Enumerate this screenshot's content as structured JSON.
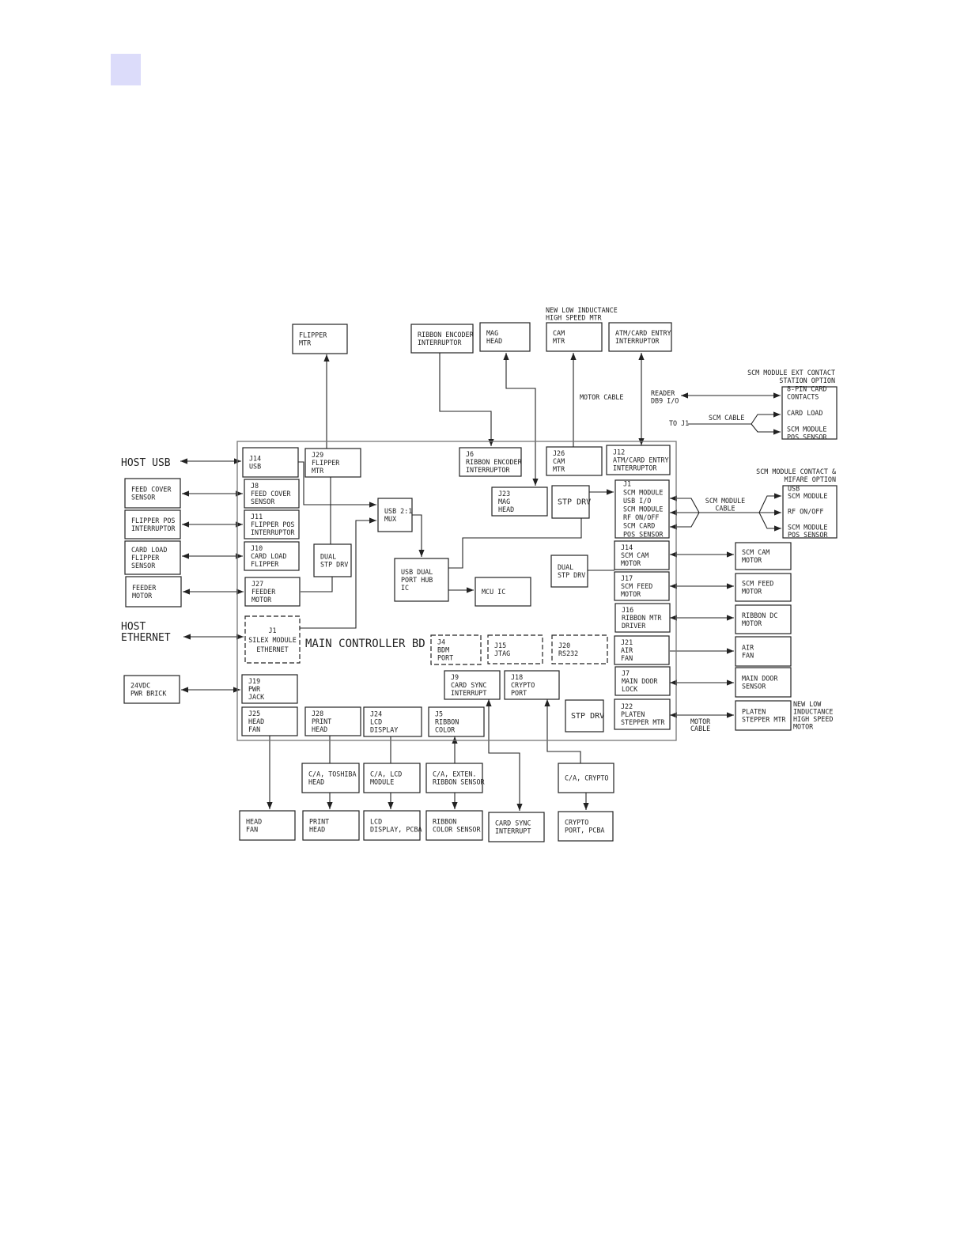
{
  "page": {
    "accent_tab_color": "#dcdcfa",
    "line_color": "#222222"
  },
  "main_board": {
    "label": "MAIN CONTROLLER BD"
  },
  "labels": [
    {
      "id": "host-usb",
      "lines": [
        "HOST USB"
      ]
    },
    {
      "id": "host-ethernet",
      "lines": [
        "HOST",
        "ETHERNET"
      ]
    },
    {
      "id": "new-low-ind-top",
      "lines": [
        "NEW LOW INDUCTANCE",
        "HIGH SPEED MTR"
      ]
    },
    {
      "id": "motor-cable-top",
      "lines": [
        "MOTOR CABLE"
      ]
    },
    {
      "id": "scm-ext-title",
      "lines": [
        "SCM MODULE EXT CONTACT",
        "STATION OPTION"
      ]
    },
    {
      "id": "reader-db9",
      "lines": [
        "READER",
        "DB9 I/O"
      ]
    },
    {
      "id": "to-j1",
      "lines": [
        "TO J1"
      ]
    },
    {
      "id": "scm-cable",
      "lines": [
        "SCM CABLE"
      ]
    },
    {
      "id": "scm-contact-title",
      "lines": [
        "SCM MODULE CONTACT &",
        "MIFARE OPTION"
      ]
    },
    {
      "id": "scm-module-cable",
      "lines": [
        "SCM MODULE",
        "CABLE"
      ]
    },
    {
      "id": "motor-cable-bottom",
      "lines": [
        "MOTOR",
        "CABLE"
      ]
    },
    {
      "id": "new-low-ind-bottom",
      "lines": [
        "NEW LOW",
        "INDUCTANCE",
        "HIGH SPEED",
        "MOTOR"
      ]
    }
  ],
  "blocks": [
    {
      "id": "flipper-mtr",
      "lines": [
        "FLIPPER",
        "MTR"
      ]
    },
    {
      "id": "ribbon-encoder-interruptor",
      "lines": [
        "RIBBON ENCODER",
        "INTERRUPTOR"
      ]
    },
    {
      "id": "mag-head",
      "lines": [
        "MAG",
        "HEAD"
      ]
    },
    {
      "id": "cam-mtr",
      "lines": [
        "CAM",
        "MTR"
      ]
    },
    {
      "id": "atm-card-entry",
      "lines": [
        "ATM/CARD ENTRY",
        "INTERRUPTOR"
      ]
    },
    {
      "id": "8pin-card-contacts",
      "lines": [
        "8-PIN CARD",
        "CONTACTS",
        "",
        "CARD LOAD",
        "",
        "SCM MODULE",
        "POS SENSOR"
      ]
    },
    {
      "id": "feed-cover-sensor",
      "lines": [
        "FEED COVER",
        "SENSOR"
      ]
    },
    {
      "id": "flipper-pos-interruptor",
      "lines": [
        "FLIPPER POS",
        "INTERRUPTOR"
      ]
    },
    {
      "id": "card-load-flipper-sensor",
      "lines": [
        "CARD LOAD",
        "FLIPPER",
        "SENSOR"
      ]
    },
    {
      "id": "feeder-motor",
      "lines": [
        "FEEDER",
        "MOTOR"
      ]
    },
    {
      "id": "24vdc-pwr-brick",
      "lines": [
        "24VDC",
        "PWR BRICK"
      ]
    },
    {
      "id": "j14-usb",
      "lines": [
        "J14",
        "USB"
      ]
    },
    {
      "id": "j29-flipper-mtr",
      "lines": [
        "J29",
        "FLIPPER",
        "MTR"
      ]
    },
    {
      "id": "j6-ribbon-encoder",
      "lines": [
        "J6",
        "RIBBON ENCODER",
        "INTERRUPTOR"
      ]
    },
    {
      "id": "j26-cam-mtr",
      "lines": [
        "J26",
        "CAM",
        "MTR"
      ]
    },
    {
      "id": "j12-atm-card-entry",
      "lines": [
        "J12",
        "ATM/CARD ENTRY",
        "INTERRUPTOR"
      ]
    },
    {
      "id": "j8-feed-cover",
      "lines": [
        "J8",
        "FEED COVER",
        "SENSOR"
      ]
    },
    {
      "id": "usb-2-1-mux",
      "lines": [
        "USB 2:1",
        "MUX"
      ]
    },
    {
      "id": "j23-mag-head",
      "lines": [
        "J23",
        "MAG",
        "HEAD"
      ]
    },
    {
      "id": "stp-drv-top",
      "lines": [
        "STP DRV"
      ]
    },
    {
      "id": "j1-scm-module",
      "lines": [
        "J1",
        "SCM MODULE",
        "USB I/O",
        "SCM MODULE",
        "RF ON/OFF",
        "SCM CARD",
        "POS SENSOR"
      ]
    },
    {
      "id": "usb-scm-module",
      "lines": [
        "USB",
        "SCM MODULE",
        "",
        "RF ON/OFF",
        "",
        "SCM MODULE",
        "POS SENSOR"
      ]
    },
    {
      "id": "j11-flipper-pos",
      "lines": [
        "J11",
        "FLIPPER POS",
        "INTERRUPTOR"
      ]
    },
    {
      "id": "j10-card-load-flipper",
      "lines": [
        "J10",
        "CARD LOAD",
        "FLIPPER"
      ]
    },
    {
      "id": "dual-stp-drv-left",
      "lines": [
        "DUAL",
        "STP DRV"
      ]
    },
    {
      "id": "usb-dual-port-hub",
      "lines": [
        "USB DUAL",
        "PORT HUB",
        "IC"
      ]
    },
    {
      "id": "mcu-ic",
      "lines": [
        "MCU IC"
      ]
    },
    {
      "id": "dual-stp-drv-right",
      "lines": [
        "DUAL",
        "STP DRV"
      ]
    },
    {
      "id": "j14-scm-cam-motor",
      "lines": [
        "J14",
        "SCM CAM",
        "MOTOR"
      ]
    },
    {
      "id": "scm-cam-motor",
      "lines": [
        "SCM CAM",
        "MOTOR"
      ]
    },
    {
      "id": "j27-feeder-motor",
      "lines": [
        "J27",
        "FEEDER",
        "MOTOR"
      ]
    },
    {
      "id": "j17-scm-feed-motor",
      "lines": [
        "J17",
        "SCM FEED",
        "MOTOR"
      ]
    },
    {
      "id": "scm-feed-motor",
      "lines": [
        "SCM FEED",
        "MOTOR"
      ]
    },
    {
      "id": "j16-ribbon-mtr-driver",
      "lines": [
        "J16",
        "RIBBON MTR",
        "DRIVER"
      ]
    },
    {
      "id": "ribbon-dc-motor",
      "lines": [
        "RIBBON DC",
        "MOTOR"
      ]
    },
    {
      "id": "j1-silex-module",
      "lines": [
        "J1",
        "SILEX MODULE",
        "ETHERNET"
      ]
    },
    {
      "id": "j4-bdm-port",
      "lines": [
        "J4",
        "BDM",
        "PORT"
      ]
    },
    {
      "id": "j15-jtag",
      "lines": [
        "J15",
        "JTAG"
      ]
    },
    {
      "id": "j20-rs232",
      "lines": [
        "J20",
        "RS232"
      ]
    },
    {
      "id": "j21-air-fan",
      "lines": [
        "J21",
        "AIR",
        "FAN"
      ]
    },
    {
      "id": "air-fan",
      "lines": [
        "AIR",
        "FAN"
      ]
    },
    {
      "id": "j19-pwr-jack",
      "lines": [
        "J19",
        "PWR",
        "JACK"
      ]
    },
    {
      "id": "j9-card-sync",
      "lines": [
        "J9",
        "CARD SYNC",
        "INTERRUPT"
      ]
    },
    {
      "id": "j18-crypto-port",
      "lines": [
        "J18",
        "CRYPTO",
        "PORT"
      ]
    },
    {
      "id": "j7-main-door-lock",
      "lines": [
        "J7",
        "MAIN DOOR",
        "LOCK"
      ]
    },
    {
      "id": "main-door-sensor",
      "lines": [
        "MAIN DOOR",
        "SENSOR"
      ]
    },
    {
      "id": "j25-head-fan",
      "lines": [
        "J25",
        "HEAD",
        "FAN"
      ]
    },
    {
      "id": "j28-print-head",
      "lines": [
        "J28",
        "PRINT",
        "HEAD"
      ]
    },
    {
      "id": "j24-lcd-display",
      "lines": [
        "J24",
        "LCD",
        "DISPLAY"
      ]
    },
    {
      "id": "j5-ribbon-color",
      "lines": [
        "J5",
        "RIBBON",
        "COLOR"
      ]
    },
    {
      "id": "stp-drv-bottom",
      "lines": [
        "STP DRV"
      ]
    },
    {
      "id": "j22-platen-stepper",
      "lines": [
        "J22",
        "PLATEN",
        "STEPPER MTR"
      ]
    },
    {
      "id": "platen-stepper-mtr",
      "lines": [
        "PLATEN",
        "STEPPER MTR"
      ]
    },
    {
      "id": "ca-toshiba-head",
      "lines": [
        "C/A, TOSHIBA",
        "HEAD"
      ]
    },
    {
      "id": "ca-lcd-module",
      "lines": [
        "C/A, LCD",
        "MODULE"
      ]
    },
    {
      "id": "ca-exten-ribbon-sensor",
      "lines": [
        "C/A, EXTEN.",
        "RIBBON SENSOR"
      ]
    },
    {
      "id": "ca-crypto",
      "lines": [
        "C/A, CRYPTO"
      ]
    },
    {
      "id": "head-fan",
      "lines": [
        "HEAD",
        "FAN"
      ]
    },
    {
      "id": "print-head",
      "lines": [
        "PRINT",
        "HEAD"
      ]
    },
    {
      "id": "lcd-display-pcba",
      "lines": [
        "LCD",
        "DISPLAY, PCBA"
      ]
    },
    {
      "id": "ribbon-color-sensor",
      "lines": [
        "RIBBON",
        "COLOR SENSOR"
      ]
    },
    {
      "id": "card-sync-interrupt",
      "lines": [
        "CARD SYNC",
        "INTERRUPT"
      ]
    },
    {
      "id": "crypto-port-pcba",
      "lines": [
        "CRYPTO",
        "PORT, PCBA"
      ]
    }
  ]
}
